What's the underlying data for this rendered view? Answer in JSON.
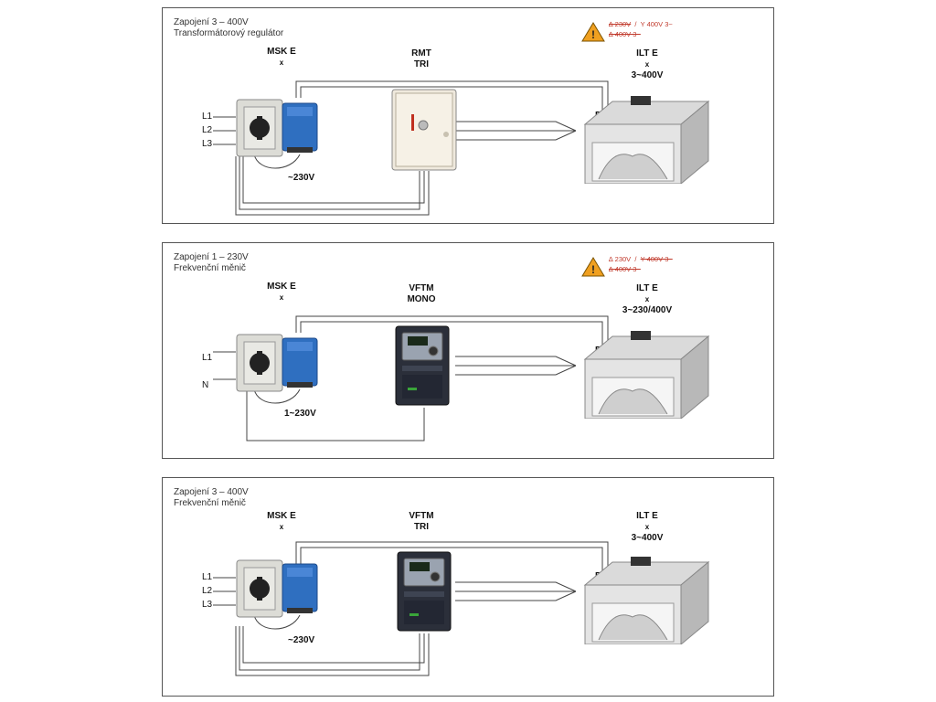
{
  "panels": [
    {
      "title": [
        "Zapojení  3 – 400V",
        "Transformátorový regulátor"
      ],
      "switch_label": "MSK E",
      "switch_label_sub": "x",
      "controller_label": [
        "RMT",
        "TRI"
      ],
      "fan_label_main": "ILT E",
      "fan_label_sub": "x",
      "fan_voltage": "3~400V",
      "lines": [
        "L1",
        "L2",
        "L3"
      ],
      "supply_voltage": "~230V",
      "ptc": "PTC",
      "warning": {
        "delta": "∆ 230V",
        "sep": "/",
        "star": "Y 400V 3~",
        "line2": "∆ 400V 3~"
      }
    },
    {
      "title": [
        "Zapojení  1 – 230V",
        "Frekvenční měnič"
      ],
      "switch_label": "MSK E",
      "switch_label_sub": "x",
      "controller_label": [
        "VFTM",
        "MONO"
      ],
      "fan_label_main": "ILT E",
      "fan_label_sub": "x",
      "fan_voltage": "3~230/400V",
      "lines": [
        "L1",
        "N"
      ],
      "supply_voltage": "1~230V",
      "ptc": "PTC",
      "warning": {
        "delta": "∆ 230V",
        "sep": "/",
        "star": "Y 400V 3~",
        "line2": "∆ 400V 3~"
      }
    },
    {
      "title": [
        "Zapojení 3 – 400V",
        "Frekvenční měnič"
      ],
      "switch_label": "MSK E",
      "switch_label_sub": "x",
      "controller_label": [
        "VFTM",
        "TRI"
      ],
      "fan_label_main": "ILT E",
      "fan_label_sub": "x",
      "fan_voltage": "3~400V",
      "lines": [
        "L1",
        "L2",
        "L3"
      ],
      "supply_voltage": "~230V",
      "ptc": "PTC"
    }
  ],
  "colors": {
    "warning_text": "#c0392b",
    "warning_icon": "#f0a020",
    "msk_blue": "#2f6fc0",
    "frame": "#555555"
  }
}
